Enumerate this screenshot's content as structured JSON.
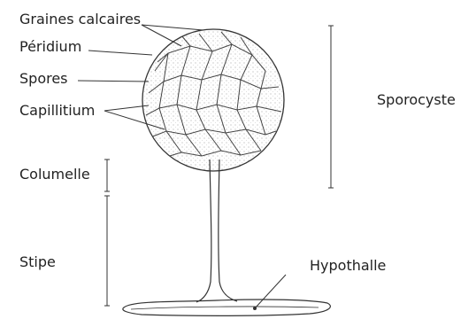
{
  "labels": {
    "graines": "Graines calcaires",
    "peridium": "Péridium",
    "spores": "Spores",
    "capillitium": "Capillitium",
    "columelle": "Columelle",
    "stipe": "Stipe",
    "sporocyste": "Sporocyste",
    "hypothalle": "Hypothalle"
  }
}
